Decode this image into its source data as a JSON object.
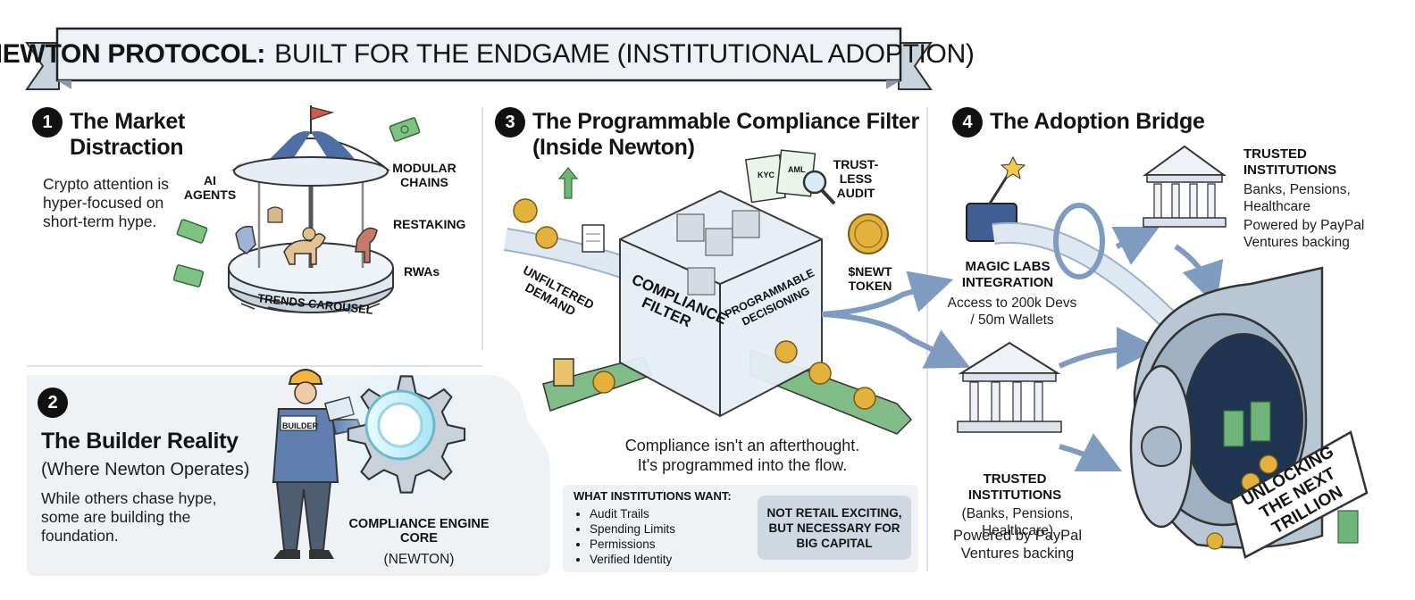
{
  "banner": {
    "title_bold": "NEWTON PROTOCOL:",
    "title_rest": "BUILT FOR THE ENDGAME (INSTITUTIONAL ADOPTION)"
  },
  "section1": {
    "number": "1",
    "title_line1": "The Market",
    "title_line2": "Distraction",
    "description": "Crypto attention is hyper-focused on short-term hype.",
    "labels": {
      "ai_agents": "AI AGENTS",
      "modular_chains": "MODULAR CHAINS",
      "restaking": "RESTAKING",
      "rwas": "RWAs",
      "carousel": "TRENDS CAROUSEL"
    }
  },
  "section2": {
    "number": "2",
    "title": "The Builder Reality",
    "subtitle": "(Where Newton Operates)",
    "description": "While others chase hype, some are building the foundation.",
    "builder_vest": "BUILDER",
    "engine_label": "COMPLIANCE ENGINE CORE",
    "engine_sub": "(NEWTON)"
  },
  "section3": {
    "number": "3",
    "title_line1": "The Programmable Compliance Filter",
    "title_line2": "(Inside Newton)",
    "labels": {
      "unfiltered": "UNFILTERED DEMAND",
      "cube_left": "COMPLIANCE FILTER",
      "cube_right": "PROGRAMMABLE DECISIONING",
      "audit": "TRUST-LESS AUDIT",
      "token": "$NEWT TOKEN",
      "doc_kyc": "KYC",
      "doc_aml": "AML"
    },
    "caption_line1": "Compliance isn't an afterthought.",
    "caption_line2": "It's programmed into the flow.",
    "wants_title": "WHAT INSTITUTIONS WANT:",
    "wants": [
      "Audit Trails",
      "Spending Limits",
      "Permissions",
      "Verified Identity"
    ],
    "callout": "NOT RETAIL EXCITING, BUT NECESSARY FOR BIG CAPITAL"
  },
  "section4": {
    "number": "4",
    "title": "The Adoption Bridge",
    "magic_title": "MAGIC LABS INTEGRATION",
    "magic_sub": "Access to 200k Devs / 50m Wallets",
    "trusted_top_title": "TRUSTED INSTITUTIONS",
    "trusted_top_sub": "Banks, Pensions, Healthcare",
    "trusted_top_backing": "Powered by PayPal Ventures backing",
    "trusted_bottom_title": "TRUSTED INSTITUTIONS",
    "trusted_bottom_sub": "(Banks, Pensions, Healthcare)",
    "trusted_bottom_backing": "Powered by PayPal Ventures backing",
    "vault_sign": "UNLOCKING THE NEXT TRILLION"
  },
  "colors": {
    "ink": "#141414",
    "steel_blue": "#7f9bc0",
    "pale_blue": "#dce6f0",
    "money_green": "#4f9a5a",
    "gold": "#e2b23c",
    "panel_gray": "#eef2f5"
  }
}
